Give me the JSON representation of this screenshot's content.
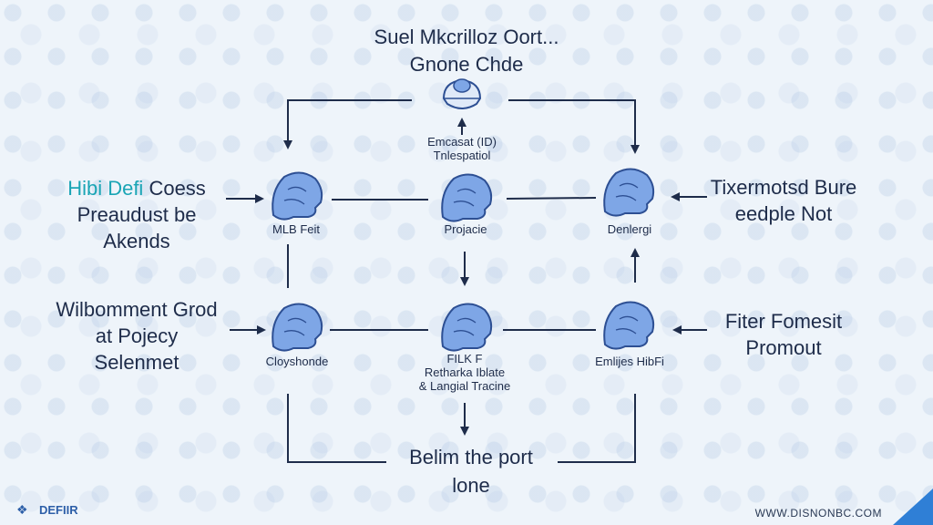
{
  "title": {
    "line1": "Suel Mkcrilloz Oort...",
    "line2": "Gnone Chde"
  },
  "top_center_label": {
    "line1": "Emcasat (ID)",
    "line2": "Tnlespatiol"
  },
  "left_side": [
    {
      "accent": "Hibi Defi",
      "rest": " Coess",
      "line2": "Preaudust be",
      "line3": "Akends"
    },
    {
      "line1": "Wilbomment Grod",
      "line2": "at Pojecy",
      "line3": "Selenmet"
    }
  ],
  "right_side": [
    {
      "line1": "Tixermotsd Bure",
      "line2": "eedple Not"
    },
    {
      "line1": "Fiter Fomesit",
      "line2": "Promout"
    }
  ],
  "nodes": {
    "top_left": "MLB Feit",
    "top_center": "Projacie",
    "top_right": "Denlergi",
    "bottom_left": "Cloyshonde",
    "bottom_center_line1": "FILK F",
    "bottom_center_line2": "Retharka Iblate",
    "bottom_center_line3": "& Langial Tracine",
    "bottom_right": "Emlijes HibFi"
  },
  "bottom_label": {
    "line1": "Belim the port",
    "line2": "lone"
  },
  "footer": {
    "brand": "DEFIIR",
    "url": "WWW.DISNONBC.COM"
  },
  "colors": {
    "line": "#1e2c4a",
    "node_fill": "#7ea6e6",
    "node_stroke": "#2d4f93",
    "accent": "#1aa5b5",
    "corner": "#2f7fd6"
  },
  "icons": {
    "nodes": "head-silhouette-icon",
    "top": "helmet-icon",
    "brand": "defi-logo-icon"
  }
}
